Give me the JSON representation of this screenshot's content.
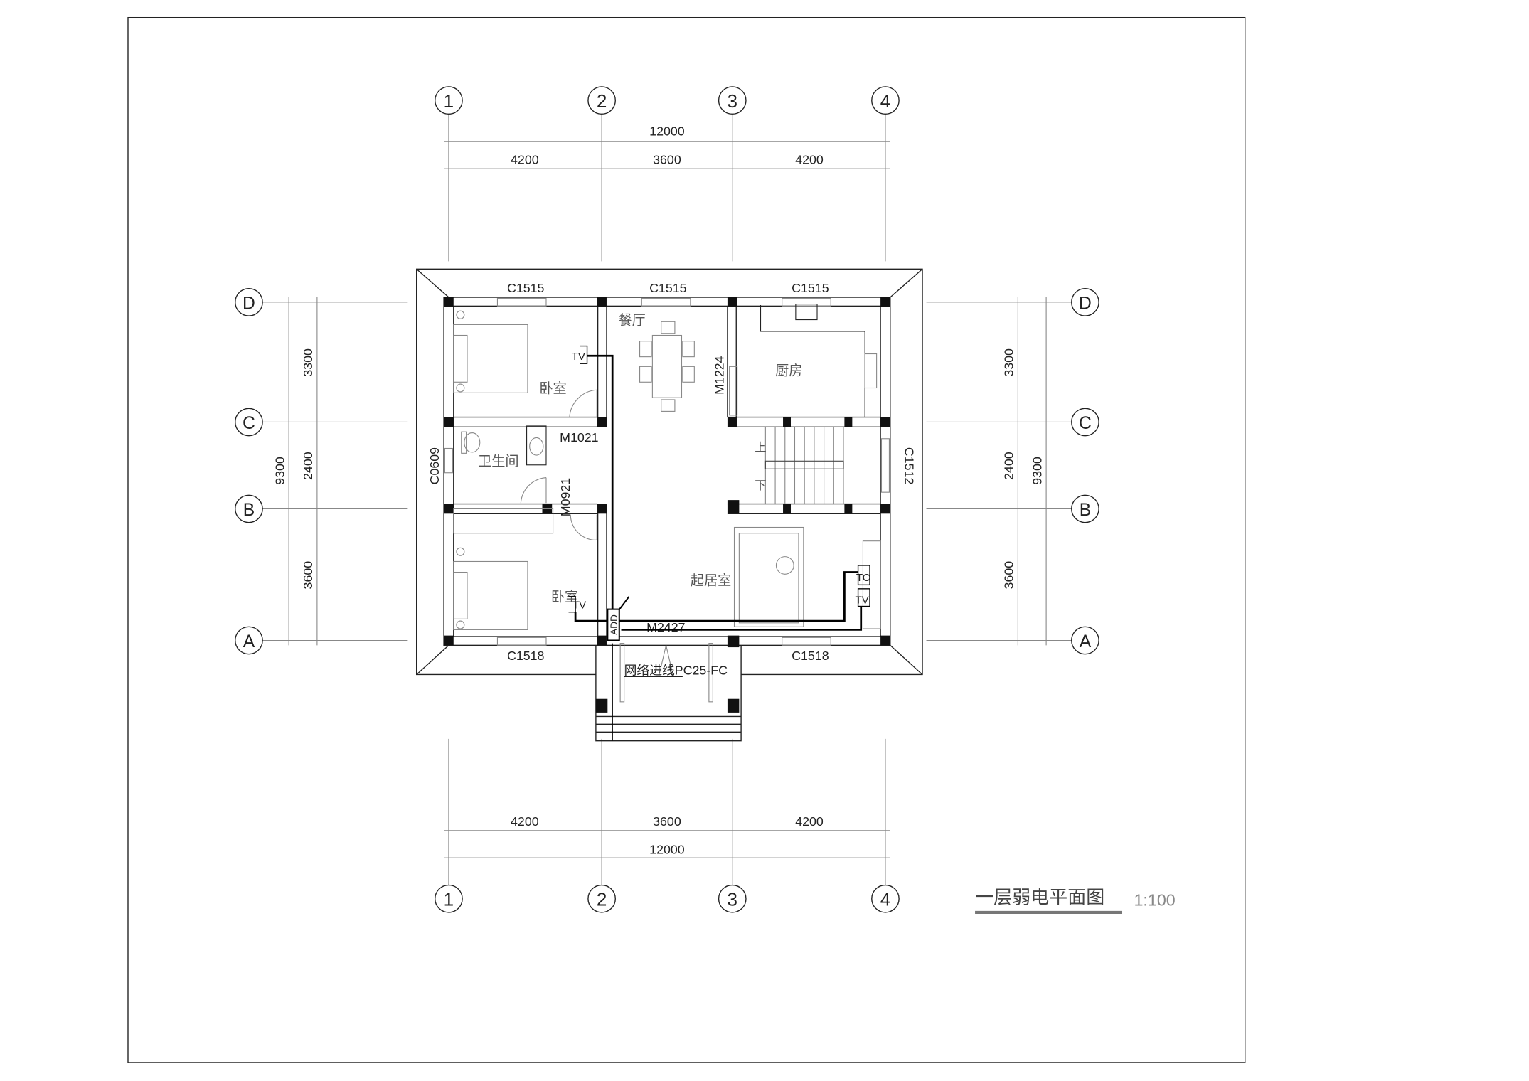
{
  "title": "一层弱电平面图",
  "scale": "1:100",
  "axes": {
    "columns": [
      "1",
      "2",
      "3",
      "4"
    ],
    "rows": [
      "D",
      "C",
      "B",
      "A"
    ]
  },
  "dimensions": {
    "horizontal_total": "12000",
    "horizontal_segments": [
      "4200",
      "3600",
      "4200"
    ],
    "vertical_total": "9300",
    "vertical_segments": [
      "3300",
      "2400",
      "3600"
    ]
  },
  "windows": {
    "top": [
      "C1515",
      "C1515",
      "C1515"
    ],
    "bottom": [
      "C1518",
      "C1518"
    ],
    "left": "C0609",
    "right": "C1512"
  },
  "doors": {
    "m1021": "M1021",
    "m0921": "M0921",
    "m1224": "M1224",
    "m2427": "M2427"
  },
  "rooms": {
    "bedroom_top": "卧室",
    "bedroom_bottom": "卧室",
    "bathroom": "卫生间",
    "dining": "餐厅",
    "kitchen": "厨房",
    "living": "起居室"
  },
  "stairs": {
    "up": "上",
    "down": "下"
  },
  "devices": {
    "tv": "TV",
    "to": "TO",
    "add": "ADD"
  },
  "network_note": "网络进线PC25-FC"
}
